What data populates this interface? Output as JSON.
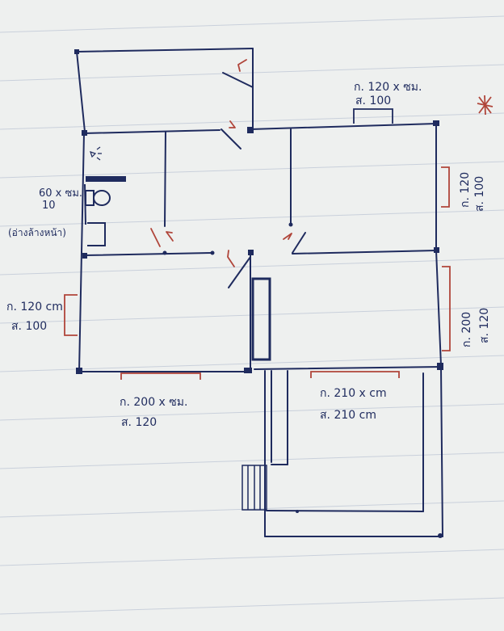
{
  "colors": {
    "paper": "#eef0ef",
    "ink": "#1f2b5e",
    "red_ink": "#b0453a",
    "grid": "#c9d0db"
  },
  "annotations": {
    "top_window_w": "ก. 120 x ซม.",
    "top_window_h": "ส. 100",
    "right_window1_w": "ก. 120",
    "right_window1_h": "ส. 100",
    "right_window2_w": "ก. 200",
    "right_window2_h": "ส. 120",
    "left_window_w": "ก. 120 cm",
    "left_window_h": "ส. 100",
    "bottom_window_w": "ก. 200 x ซม.",
    "bottom_window_h": "ส. 120",
    "porch_window_w": "ก. 210 x cm",
    "porch_window_h": "ส. 210 cm",
    "wc_size_w": "60 x ซม.",
    "wc_size_h": "10",
    "sink_note": "(อ่างล้างหน้า)"
  },
  "icons": [
    "toilet-icon",
    "sink-icon",
    "shower-icon",
    "asterisk-mark-icon"
  ]
}
